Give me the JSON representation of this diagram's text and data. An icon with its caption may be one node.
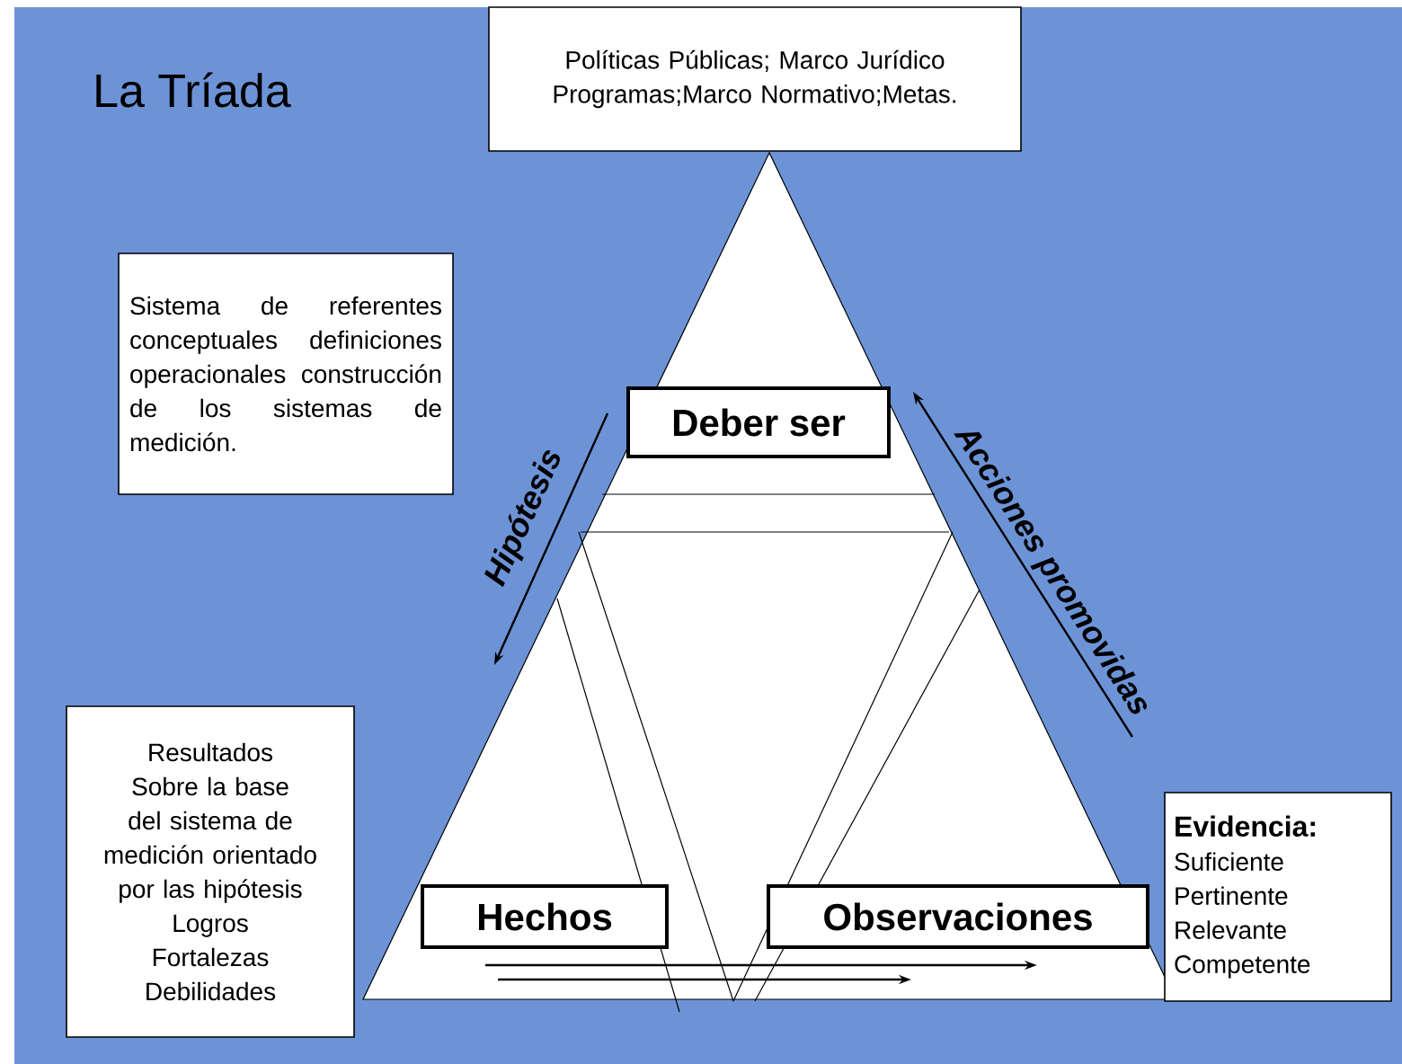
{
  "diagram": {
    "title": "La Tríada",
    "nodes": [
      {
        "text": [
          "Políticas Públicas; Marco Jurídico Programas;Marco Normativo;Metas."
        ]
      },
      {
        "text": [
          "Sistema de referentes conceptuales definiciones operacionales construcción de los sistemas de medición."
        ]
      },
      {
        "text": [
          "Deber ser"
        ]
      },
      {
        "text": [
          "Resultados",
          "Sobre la base del sistema de medición orientado por las hipótesis",
          "Logros",
          "Fortalezas",
          "Debilidades"
        ]
      },
      {
        "text": [
          "Hechos"
        ]
      },
      {
        "text": [
          "Observaciones"
        ]
      },
      {
        "text": [
          "Evidencia:",
          "Suficiente",
          "Pertinente",
          "Relevante",
          "Competente"
        ]
      }
    ],
    "labels": [
      "Hipótesis",
      "Acciones promovidas"
    ]
  }
}
